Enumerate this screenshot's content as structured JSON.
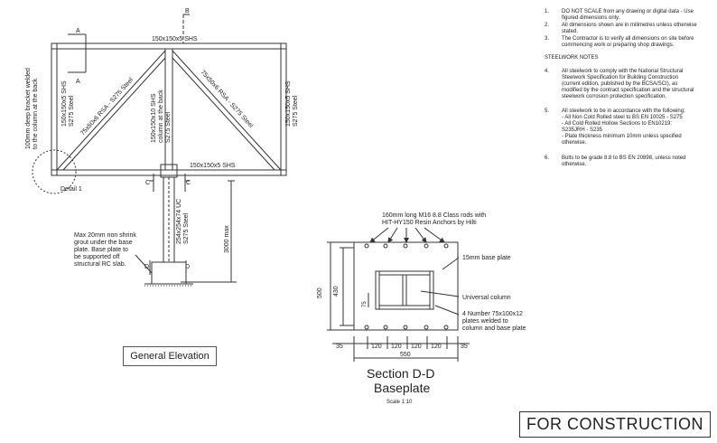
{
  "notes": {
    "general": [
      {
        "num": "1.",
        "lines": [
          "DO NOT SCALE from any drawing or digital data - Use",
          "figured dimensions only."
        ]
      },
      {
        "num": "2.",
        "lines": [
          "All dimensions shown are in milimetres unless otherwise",
          "stated."
        ]
      },
      {
        "num": "3.",
        "lines": [
          "The Contractor is to verify all dimensions on site before",
          "commencing work or preparing shop drawings."
        ]
      }
    ],
    "steelwork_heading": "STEELWORK NOTES",
    "steelwork": [
      {
        "num": "4.",
        "lines": [
          "All steelwork to comply with the National Structural",
          "Steelwork Specification for Building Construction",
          "(current edition, published by the BCSA/SCI), as",
          "modified by the contract specification and the structural",
          "steelwork corrosion protection specification."
        ]
      },
      {
        "num": "5.",
        "lines": [
          "All steelwork to be in accordance with the following:",
          "- All Non Cold Rolled steel to BS EN 10025   - S275",
          "- All Cold Rolled Hollow Sections to EN10219:",
          "      S235JRH - S235",
          "- Plate thickness minimum 10mm unless specified",
          "      otherwise."
        ]
      },
      {
        "num": "6.",
        "lines": [
          "Bolts to be grade 8.8 to BS EN 20898, unless noted",
          "otherwise."
        ]
      }
    ]
  },
  "elevation": {
    "section_marks": {
      "a": "A",
      "b": "B",
      "c": "C",
      "d": "D"
    },
    "top_member": "150x150x5 SHS",
    "bottom_member": "150x150x5 SHS",
    "left_post": [
      "150x150x5 SHS",
      "S275 Steel"
    ],
    "right_post": [
      "150x150x5 SHS",
      "S275 Steel"
    ],
    "center_post": [
      "150x150x10 SHS",
      "column at the back",
      "S275 Steel"
    ],
    "left_brace": "75x50x6 RSA - S275 Steel",
    "right_brace": "75x50x6 RSA - S275 Steel",
    "bracket_note": [
      "100mm deep bracket welded",
      "to the column at the back"
    ],
    "detail_label": "Detail 1",
    "column": [
      "254x254x74 UC",
      "S275 Steel"
    ],
    "height_dim": "3000 max",
    "grout_note": [
      "Max 20mm non shrink",
      "grout under the base",
      "plate. Base plate to",
      "be supported off",
      "structural RC slab."
    ],
    "caption": "General Elevation"
  },
  "section": {
    "rods_note": [
      "160mm long M16 8.8 Class rods with",
      "HIT-HY150 Resin Anchors by Hilti"
    ],
    "base_plate_label": "15mm base plate",
    "column_label": "Universal column",
    "plates_note": [
      "4 Number 75x100x12",
      "plates welded to",
      "column and base plate"
    ],
    "dim_75": "75",
    "dim_500": "500",
    "dim_430": "430",
    "bottom_dims": [
      "35",
      "120",
      "120",
      "120",
      "120",
      "35"
    ],
    "dim_550": "550",
    "title": "Section D-D",
    "subtitle": "Baseplate",
    "scale": "Scale 1:10"
  },
  "status": "FOR CONSTRUCTION"
}
